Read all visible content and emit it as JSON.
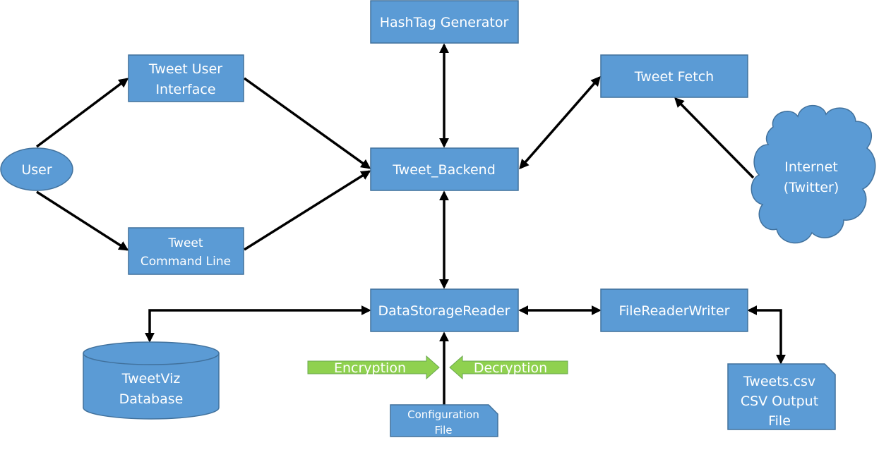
{
  "diagram": {
    "user": "User",
    "tweet_ui": {
      "line1": "Tweet User",
      "line2": "Interface"
    },
    "tweet_cli": {
      "line1": "Tweet",
      "line2": "Command Line"
    },
    "hashtag_generator": "HashTag Generator",
    "tweet_backend": "Tweet_Backend",
    "tweet_fetch": "Tweet Fetch",
    "internet": {
      "line1": "Internet",
      "line2": "(Twitter)"
    },
    "data_storage_reader": "DataStorageReader",
    "file_reader_writer": "FileReaderWriter",
    "database": {
      "line1": "TweetViz",
      "line2": "Database"
    },
    "encryption": "Encryption",
    "decryption": "Decryption",
    "config_file": {
      "line1": "Configuration",
      "line2": "File"
    },
    "csv_file": {
      "line1": "Tweets.csv",
      "line2": "CSV Output",
      "line3": "File"
    }
  },
  "colors": {
    "node_fill": "#5b9bd5",
    "node_stroke": "#41719c",
    "arrow_green": "#8fd14f",
    "arrow_green_stroke": "#6aa84f",
    "connector": "#000000",
    "text": "#ffffff"
  }
}
